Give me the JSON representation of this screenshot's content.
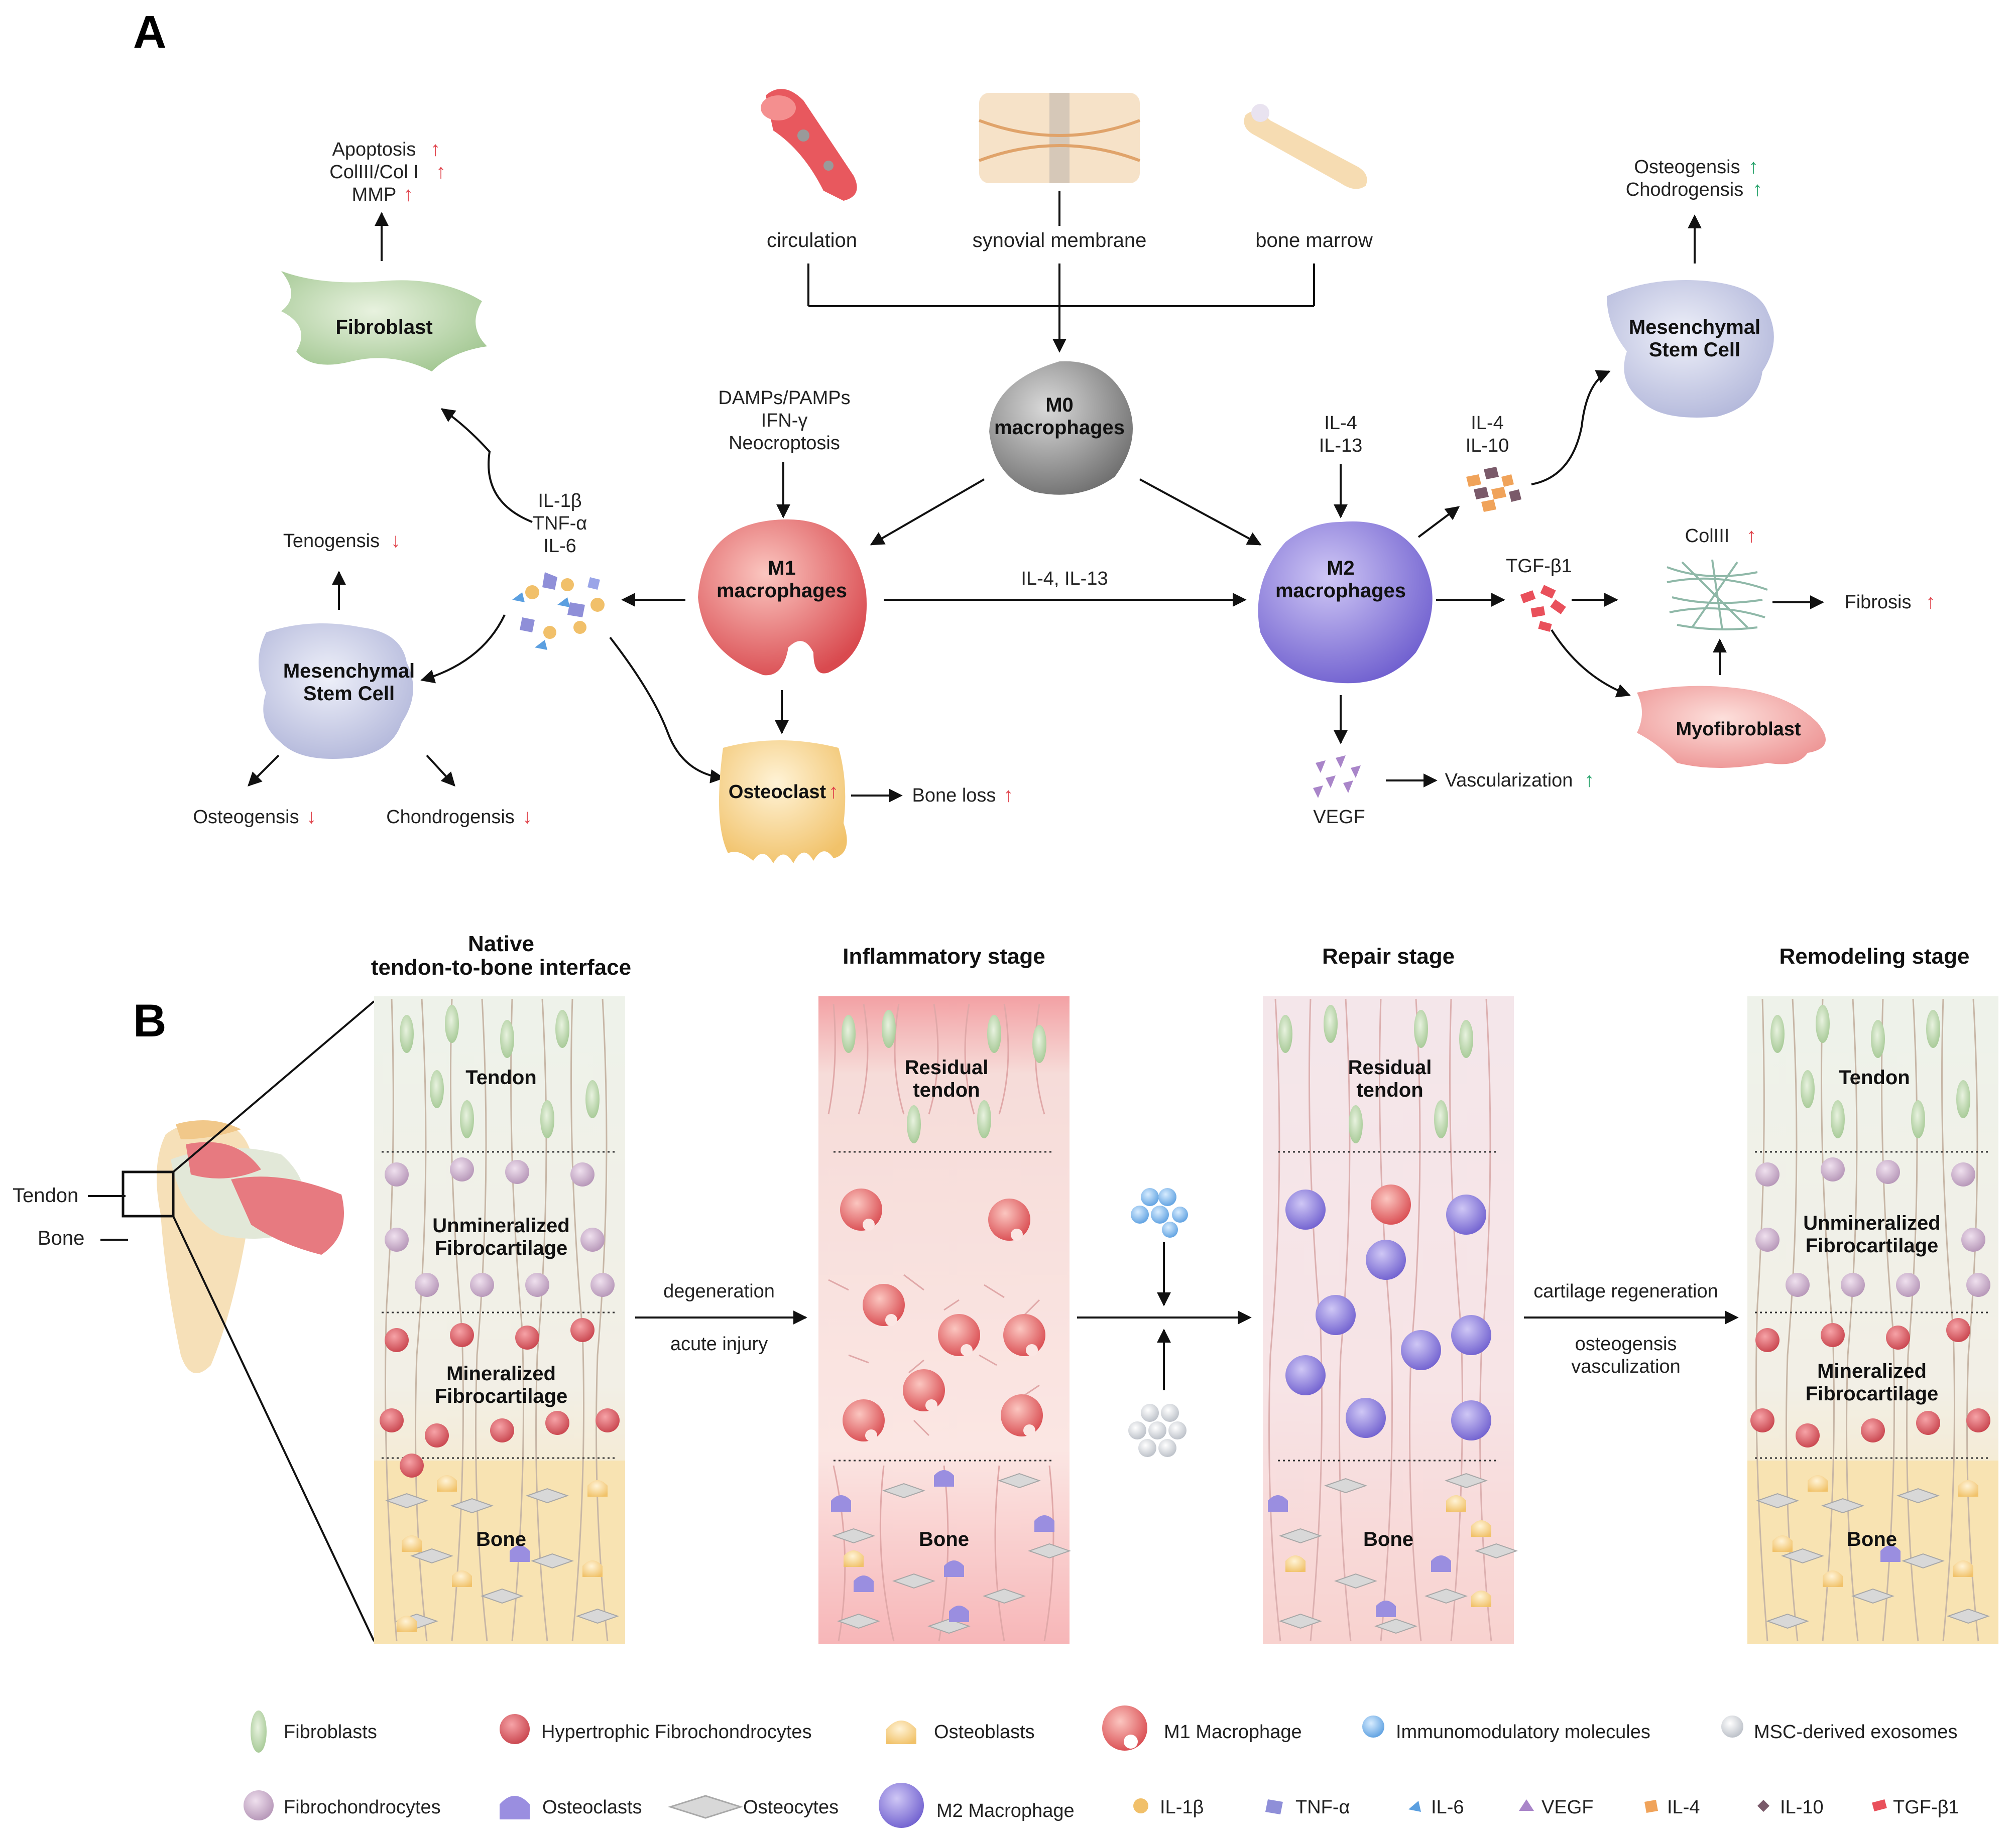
{
  "colors": {
    "up_red": "#e0434b",
    "down_red": "#e0434b",
    "up_green": "#27a36b",
    "m1": "#e86a6a",
    "m2": "#8b7fd8",
    "m0": "#9a9a9a",
    "fibroblast": "#c6dfb8",
    "msc": "#c9cde6",
    "osteoclast": "#f5d48a",
    "myofibroblast": "#f1a3a3",
    "tendon_bg": "#eef1e9",
    "bone_bg": "#f7e3b4"
  },
  "panel_a": {
    "letter": "A",
    "sources": {
      "circulation": "circulation",
      "synovial": "synovial membrane",
      "bone_marrow": "bone marrow"
    },
    "m0": {
      "line1": "M0",
      "line2": "macrophages"
    },
    "m1": {
      "line1": "M1",
      "line2": "macrophages"
    },
    "m2": {
      "line1": "M2",
      "line2": "macrophages"
    },
    "m1_stimuli": [
      "DAMPs/PAMPs",
      "IFN-γ",
      "Neocroptosis"
    ],
    "m2_stimuli": [
      "IL-4",
      "IL-13"
    ],
    "m1_to_m2": "IL-4, IL-13",
    "m1_cytokines": [
      "IL-1β",
      "TNF-α",
      "IL-6"
    ],
    "fibroblast": {
      "label": "Fibroblast",
      "effects": [
        "Apoptosis",
        "ColIII/Col I",
        "MMP"
      ]
    },
    "msc_left": {
      "line1": "Mesenchymal",
      "line2": "Stem Cell",
      "tenogenesis": "Tenogensis",
      "osteogenesis": "Osteogensis",
      "chondrogenesis": "Chondrogensis"
    },
    "osteoclast": {
      "label": "Osteoclast",
      "bone_loss": "Bone loss"
    },
    "m2_cytokines": [
      "IL-4",
      "IL-10"
    ],
    "msc_right": {
      "line1": "Mesenchymal",
      "line2": "Stem Cell",
      "osteogenesis": "Osteogensis",
      "chondrogenesis": "Chodrogensis"
    },
    "tgf": "TGF-β1",
    "col3": "ColIII",
    "fibrosis": "Fibrosis",
    "myofibroblast": "Myofibroblast",
    "vegf": "VEGF",
    "vascularization": "Vascularization",
    "arrow_up": "↑",
    "arrow_down": "↓"
  },
  "panel_b": {
    "letter": "B",
    "shoulder": {
      "tendon": "Tendon",
      "bone": "Bone"
    },
    "columns": [
      {
        "title1": "Native",
        "title2": "tendon-to-bone interface",
        "layers": [
          "Tendon",
          "Unmineralized|Fibrocartilage",
          "Mineralized|Fibrocartilage",
          "Bone"
        ]
      },
      {
        "title1": "Inflammatory stage",
        "title2": "",
        "layers": [
          "Residual|tendon",
          "",
          "",
          "Bone"
        ]
      },
      {
        "title1": "Repair stage",
        "title2": "",
        "layers": [
          "Residual|tendon",
          "",
          "",
          "Bone"
        ]
      },
      {
        "title1": "Remodeling stage",
        "title2": "",
        "layers": [
          "Tendon",
          "Unmineralized|Fibrocartilage",
          "Mineralized|Fibrocartilage",
          "Bone"
        ]
      }
    ],
    "transition1": {
      "top": "degeneration",
      "bottom": "acute injury"
    },
    "transition3": {
      "top": "cartilage regeneration",
      "bottom1": "osteogensis",
      "bottom2": "vasculization"
    }
  },
  "legend": {
    "row1": [
      "Fibroblasts",
      "Hypertrophic Fibrochondrocytes",
      "Osteoblasts",
      "M1 Macrophage",
      "Immunomodulatory molecules",
      "MSC-derived exosomes"
    ],
    "row2": [
      "Fibrochondrocytes",
      "Osteoclasts",
      "Osteocytes",
      "M2 Macrophage",
      "IL-1β",
      "TNF-α",
      "IL-6",
      "VEGF",
      "IL-4",
      "IL-10",
      "TGF-β1"
    ]
  }
}
